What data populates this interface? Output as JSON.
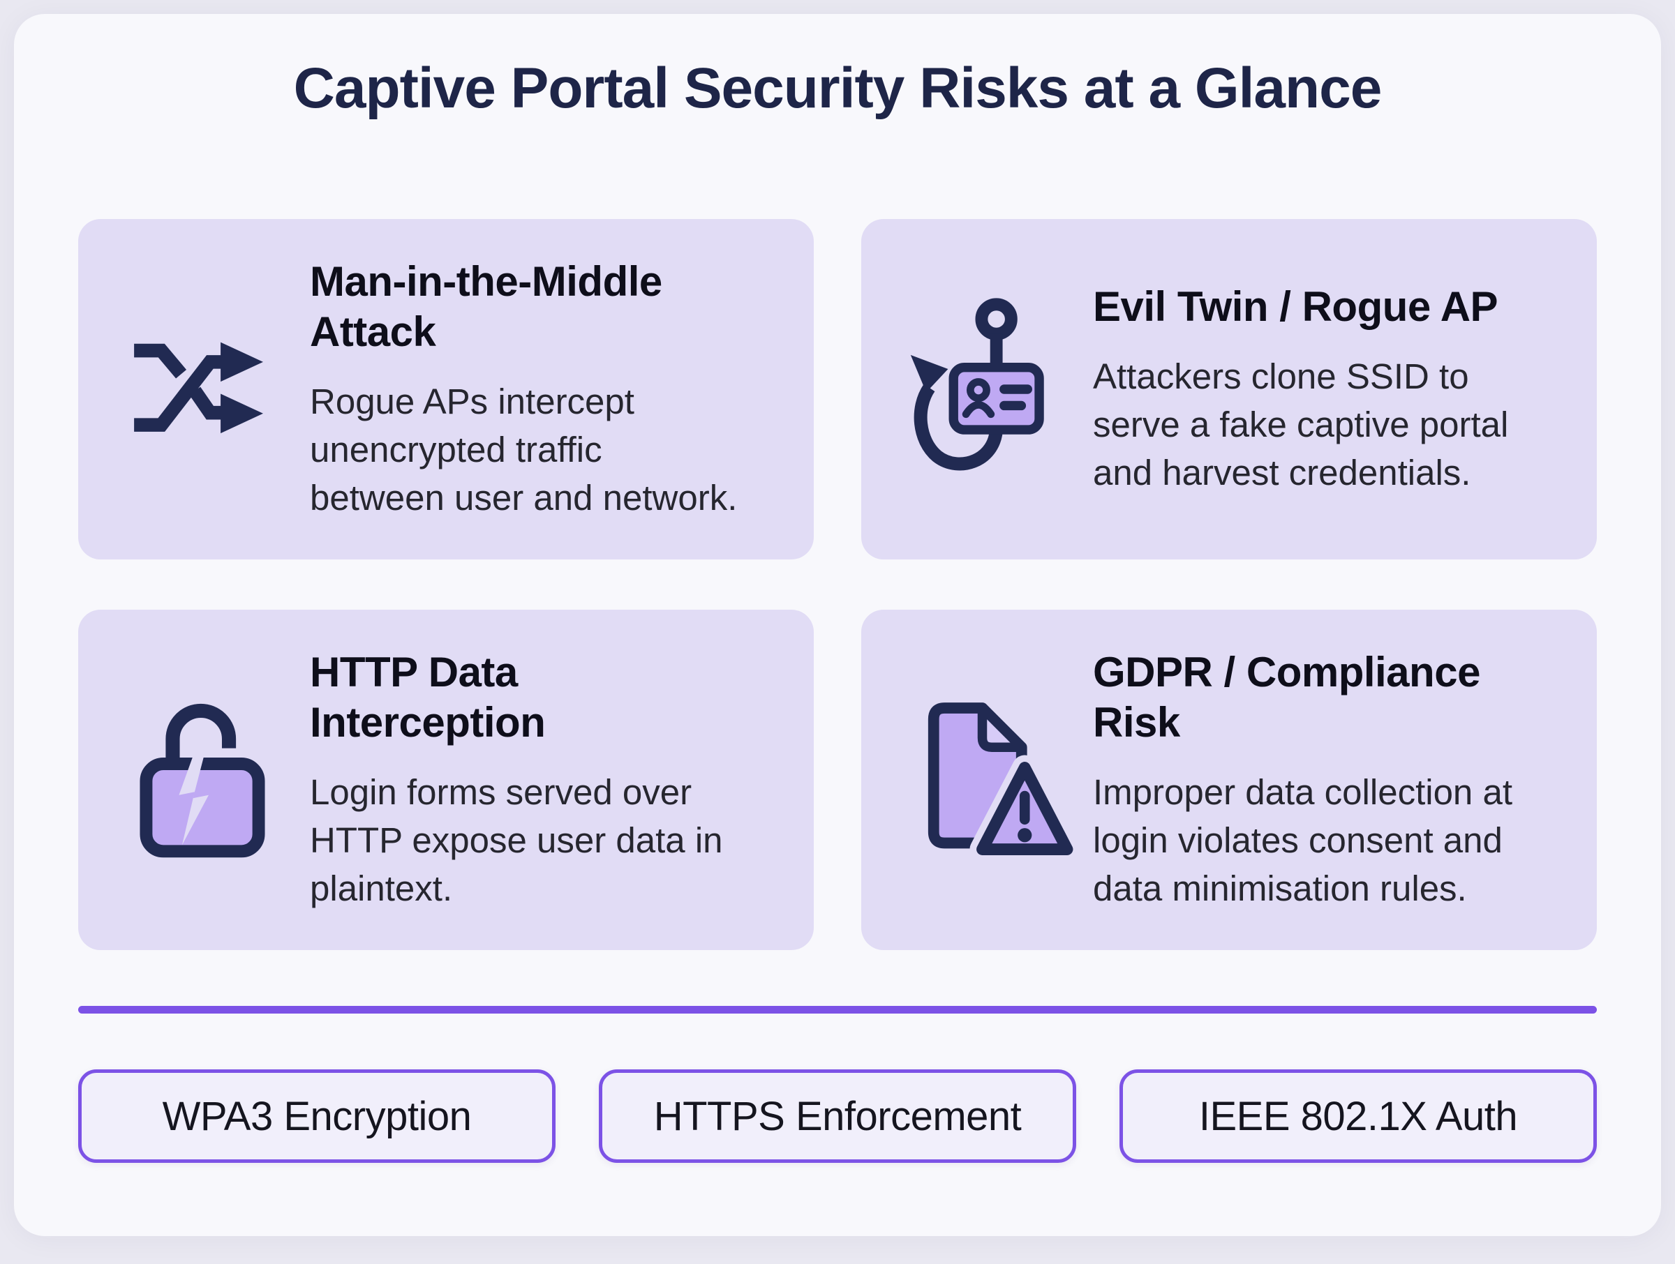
{
  "title": "Captive Portal Security Risks at a Glance",
  "cards": [
    {
      "icon": "shuffle-icon",
      "heading": [
        "Man-in-the-Middle",
        "Attack"
      ],
      "body": [
        "Rogue APs intercept",
        "unencrypted traffic",
        "between user and network."
      ]
    },
    {
      "icon": "phishing-hook-icon",
      "heading": [
        "Evil Twin / Rogue AP"
      ],
      "body": [
        "Attackers clone SSID to",
        "serve a fake captive portal",
        "and harvest credentials."
      ]
    },
    {
      "icon": "broken-lock-icon",
      "heading": [
        "HTTP Data",
        "Interception"
      ],
      "body": [
        "Login forms served over",
        "HTTP expose user data in",
        "plaintext."
      ]
    },
    {
      "icon": "document-warning-icon",
      "heading": [
        "GDPR / Compliance",
        "Risk"
      ],
      "body": [
        "Improper data collection at",
        "login violates consent and",
        "data minimisation rules."
      ]
    }
  ],
  "badges": [
    {
      "label": "WPA3 Encryption"
    },
    {
      "label": "HTTPS Enforcement"
    },
    {
      "label": "IEEE 802.1X Auth"
    }
  ],
  "colors": {
    "page_bg": "#E9E8F1",
    "panel_bg": "#F8F8FC",
    "card_bg": "#E1DCF5",
    "navy": "#212A52",
    "icon_fill": "#BFA9F3",
    "icon_fill_light": "#D7CCF8",
    "accent": "#7C52E6",
    "title_color": "#1E2548",
    "heading_color": "#0E0E1A",
    "body_color": "#26262F",
    "badge_bg": "#F1EFFB",
    "badge_text": "#15151F"
  }
}
